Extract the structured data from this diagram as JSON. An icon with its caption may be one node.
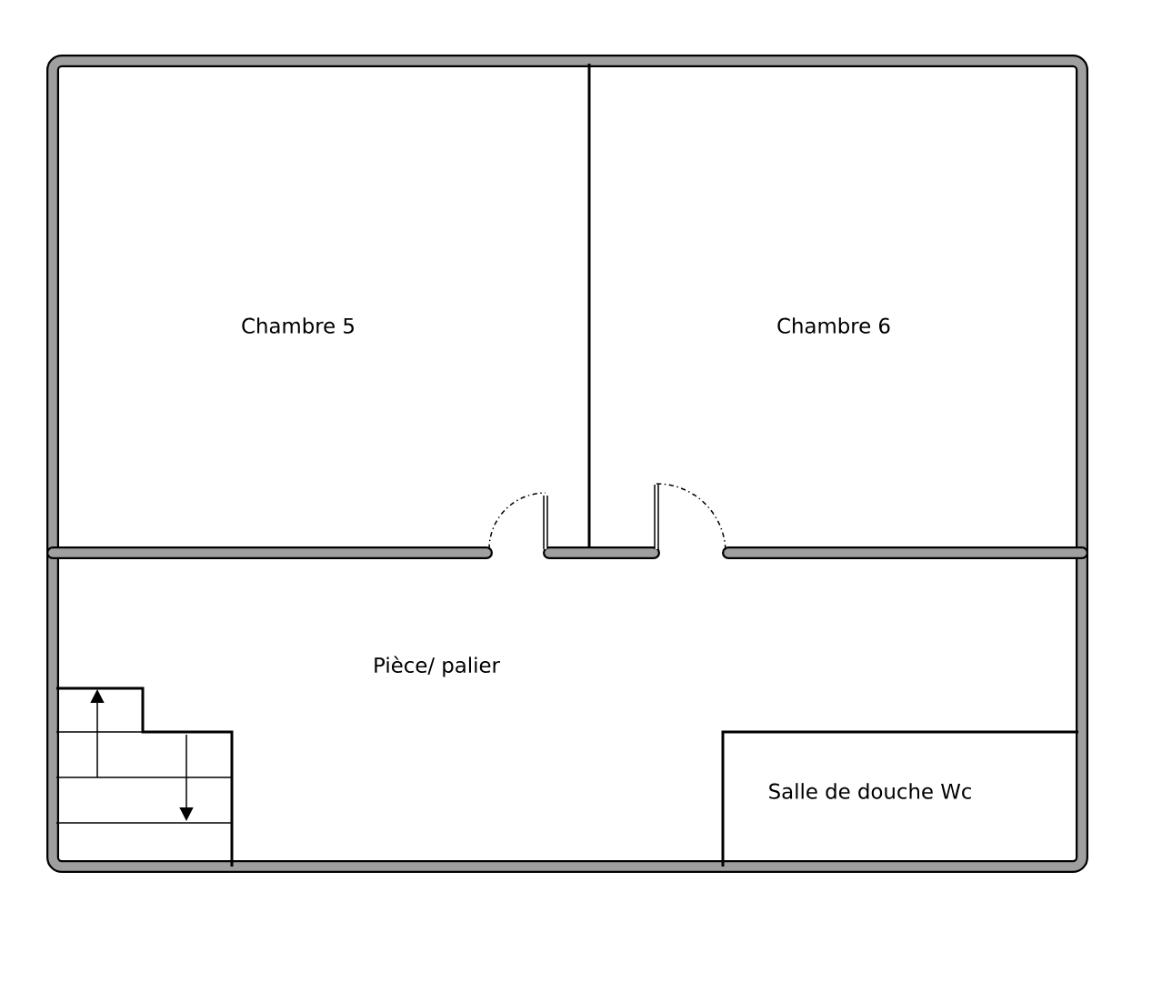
{
  "diagram": {
    "nodes": [
      {
        "text": [
          "Chambre 5"
        ]
      },
      {
        "text": [
          "Chambre 6"
        ]
      },
      {
        "text": [
          "Pièce/ palier"
        ]
      },
      {
        "text": [
          "Salle de douche Wc"
        ]
      }
    ]
  }
}
